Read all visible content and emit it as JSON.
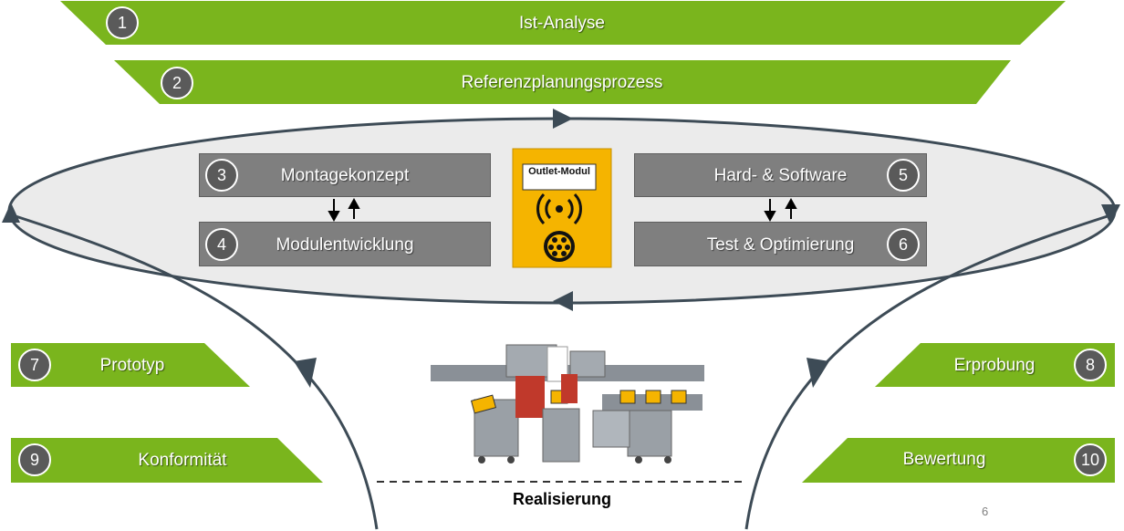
{
  "colors": {
    "green": "#7ab51d",
    "gray_box": "#7f7f7f",
    "circle": "#5a5a5a",
    "loop": "#3d4b56",
    "module_yellow": "#f5b400"
  },
  "steps": [
    {
      "num": "1",
      "label": "Ist-Analyse"
    },
    {
      "num": "2",
      "label": "Referenzplanungsprozess"
    },
    {
      "num": "3",
      "label": "Montagekonzept"
    },
    {
      "num": "4",
      "label": "Modulentwicklung"
    },
    {
      "num": "5",
      "label": "Hard- & Software"
    },
    {
      "num": "6",
      "label": "Test & Optimierung"
    },
    {
      "num": "7",
      "label": "Prototyp"
    },
    {
      "num": "8",
      "label": "Erprobung"
    },
    {
      "num": "9",
      "label": "Konformität"
    },
    {
      "num": "10",
      "label": "Bewertung"
    }
  ],
  "module": {
    "label": "Outlet-Modul",
    "icons": [
      "wireless-signal-icon",
      "charging-socket-icon"
    ]
  },
  "footer": {
    "realisierung": "Realisierung",
    "page_number": "6"
  }
}
